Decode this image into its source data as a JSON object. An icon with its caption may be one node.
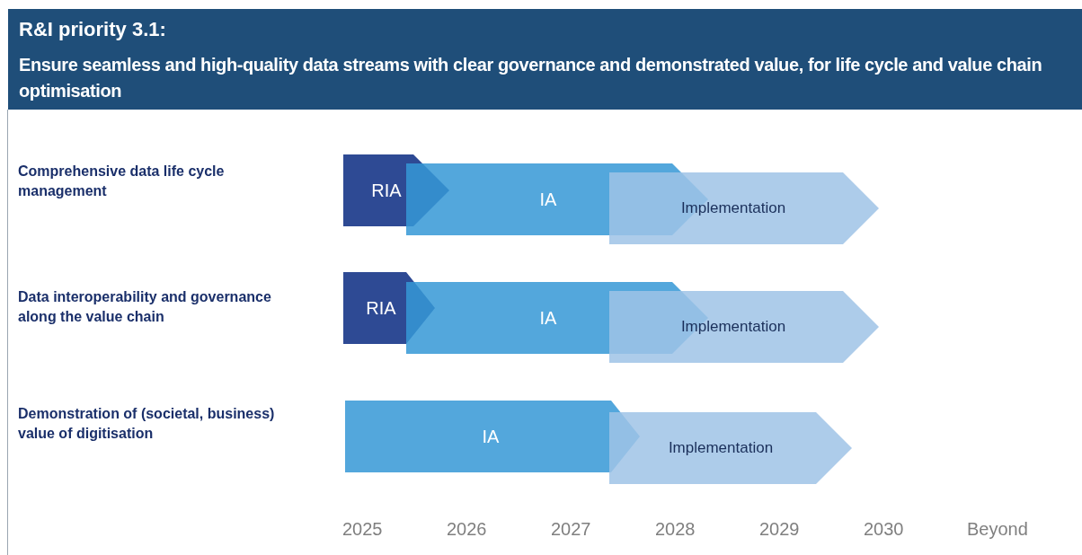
{
  "diagram": {
    "nodes": [
      {
        "text": [
          "R&I priority 3.1:",
          "Ensure seamless and high-quality data streams with clear governance and demonstrated value, for life cycle and value chain optimisation"
        ]
      },
      {
        "text": [
          "RIA"
        ]
      },
      {
        "text": [
          "IA"
        ]
      },
      {
        "text": [
          "Implementation"
        ]
      },
      {
        "text": [
          "RIA"
        ]
      },
      {
        "text": [
          "IA"
        ]
      },
      {
        "text": [
          "Implementation"
        ]
      },
      {
        "text": [
          "IA"
        ]
      },
      {
        "text": [
          "Implementation"
        ]
      }
    ],
    "labels": [
      "Comprehensive data life cycle management",
      "Data interoperability and governance along the value chain",
      "Demonstration of (societal, business) value of digitisation",
      "2025",
      "2026",
      "2027",
      "2028",
      "2029",
      "2030",
      "Beyond"
    ]
  }
}
